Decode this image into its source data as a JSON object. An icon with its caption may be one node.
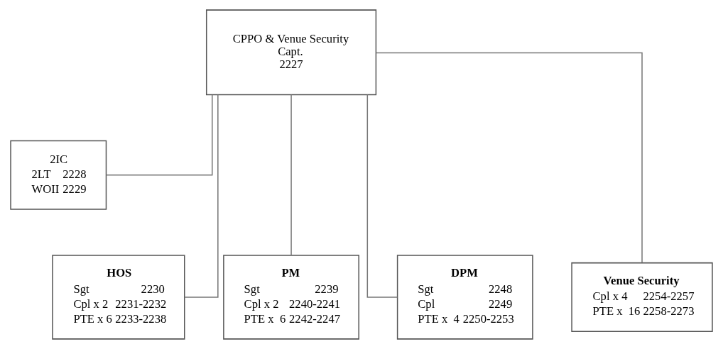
{
  "diagram": {
    "nodes": [
      {
        "text": [
          "CPPO & Venue Security",
          "Capt.",
          "2227"
        ]
      },
      {
        "text": [
          "2IC",
          "2LT",
          "2228",
          "WOII",
          "2229"
        ]
      },
      {
        "text": [
          "HOS",
          "Sgt",
          "2230",
          "Cpl x 2",
          "2231-2232",
          "PTE x 6",
          "2233-2238"
        ]
      },
      {
        "text": [
          "PM",
          "Sgt",
          "2239",
          "Cpl x 2",
          "2240-2241",
          "PTE x  6",
          "2242-2247"
        ]
      },
      {
        "text": [
          "DPM",
          "Sgt",
          "2248",
          "Cpl",
          "2249",
          "PTE x  4",
          "2250-2253"
        ]
      },
      {
        "text": [
          "Venue Security",
          "Cpl x 4",
          "2254-2257",
          "PTE x  16",
          "2258-2273"
        ]
      }
    ],
    "edges": [
      {
        "from": 0,
        "to": 1,
        "arrow": "none"
      },
      {
        "from": 0,
        "to": 2,
        "arrow": "none"
      },
      {
        "from": 0,
        "to": 3,
        "arrow": "none"
      },
      {
        "from": 0,
        "to": 4,
        "arrow": "none"
      },
      {
        "from": 0,
        "to": 5,
        "arrow": "none"
      }
    ]
  }
}
